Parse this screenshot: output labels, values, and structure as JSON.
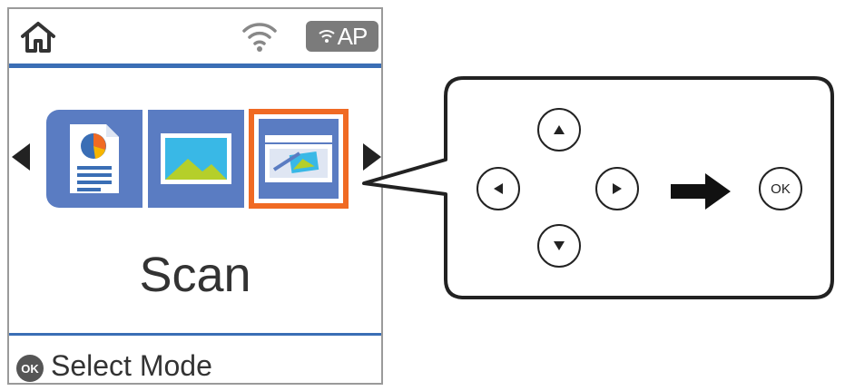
{
  "lcd": {
    "status": {
      "home_icon": "home-icon",
      "wifi_icon": "wifi-icon",
      "ap_label": "AP"
    },
    "menu": {
      "items": [
        {
          "name": "copy",
          "icon": "copy-document-chart-icon"
        },
        {
          "name": "photo",
          "icon": "photo-landscape-icon"
        },
        {
          "name": "scan",
          "icon": "scanner-icon",
          "selected": true
        }
      ],
      "selected_label": "Scan"
    },
    "footer": {
      "ok_badge": "OK",
      "hint": "Select Mode"
    },
    "colors": {
      "accent_blue": "#3a6eb5",
      "tile_blue": "#5a7cc2",
      "selection_orange": "#f06a23"
    }
  },
  "callout": {
    "buttons": {
      "up": "up-arrow-button",
      "down": "down-arrow-button",
      "left": "left-arrow-button",
      "right": "right-arrow-button",
      "ok_label": "OK"
    }
  }
}
